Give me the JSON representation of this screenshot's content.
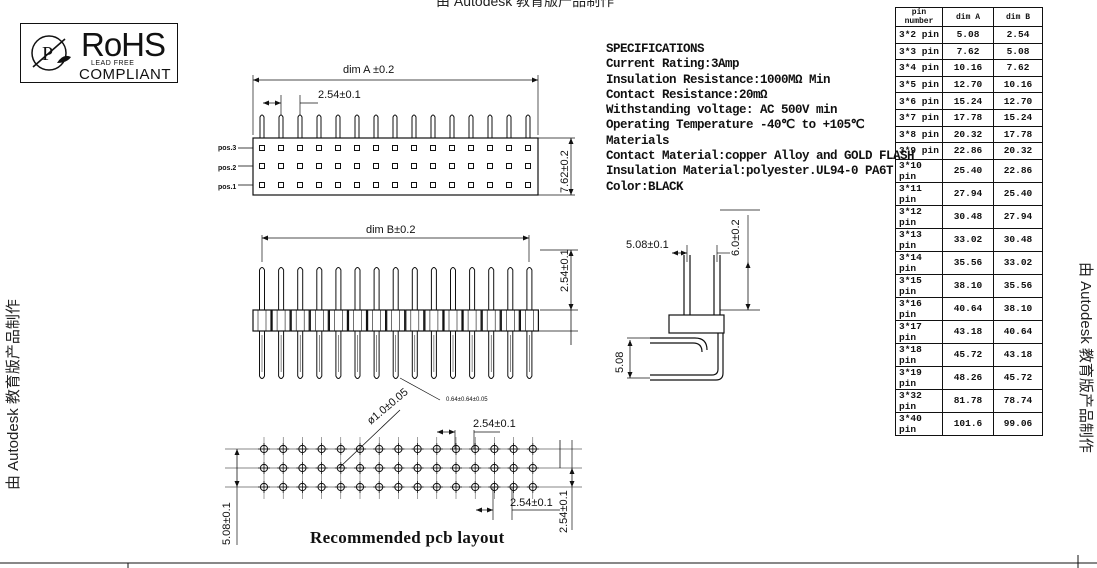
{
  "watermarks": {
    "top": "由 Autodesk 教育版产品制作",
    "left": "由 Autodesk 教育版产品制作",
    "right": "由 Autodesk 教育版产品制作",
    "top_brand": "Autodesk",
    "left_brand": "Autodesk",
    "right_brand": "Autodesk"
  },
  "rohs": {
    "word": "RoHS",
    "lead_free": "LEAD FREE",
    "compliant": "COMPLIANT"
  },
  "specifications": {
    "heading": "SPECIFICATIONS",
    "lines": [
      "Current Rating:3Amp",
      "Insulation Resistance:1000MΩ Min",
      "Contact Resistance:20mΩ",
      "Withstanding voltage: AC 500V min",
      "Operating Temperature -40℃ to +105℃",
      "Materials",
      "Contact Material:copper Alloy and GOLD FLASH",
      "Insulation Material:polyester.UL94-0 PA6T",
      "Color:BLACK"
    ]
  },
  "dimension_table": {
    "headers": [
      "pin number",
      "dim A",
      "dim B"
    ],
    "rows": [
      [
        "3*2 pin",
        "5.08",
        "2.54"
      ],
      [
        "3*3 pin",
        "7.62",
        "5.08"
      ],
      [
        "3*4 pin",
        "10.16",
        "7.62"
      ],
      [
        "3*5 pin",
        "12.70",
        "10.16"
      ],
      [
        "3*6 pin",
        "15.24",
        "12.70"
      ],
      [
        "3*7 pin",
        "17.78",
        "15.24"
      ],
      [
        "3*8 pin",
        "20.32",
        "17.78"
      ],
      [
        "3*9 pin",
        "22.86",
        "20.32"
      ],
      [
        "3*10 pin",
        "25.40",
        "22.86"
      ],
      [
        "3*11 pin",
        "27.94",
        "25.40"
      ],
      [
        "3*12 pin",
        "30.48",
        "27.94"
      ],
      [
        "3*13 pin",
        "33.02",
        "30.48"
      ],
      [
        "3*14 pin",
        "35.56",
        "33.02"
      ],
      [
        "3*15 pin",
        "38.10",
        "35.56"
      ],
      [
        "3*16 pin",
        "40.64",
        "38.10"
      ],
      [
        "3*17 pin",
        "43.18",
        "40.64"
      ],
      [
        "3*18 pin",
        "45.72",
        "43.18"
      ],
      [
        "3*19 pin",
        "48.26",
        "45.72"
      ],
      [
        "3*32 pin",
        "81.78",
        "78.74"
      ],
      [
        "3*40 pin",
        "101.6",
        "99.06"
      ]
    ]
  },
  "top_view": {
    "dim_a": "dim A ±0.2",
    "pitch": "2.54±0.1",
    "height": "7.62±0.2",
    "row_labels": [
      "pos.3",
      "pos.2",
      "pos.1"
    ]
  },
  "side_view": {
    "dim_b": "dim B±0.2",
    "pin_height": "2.54±0.1",
    "pin_size": "0.64±0.64±0.05"
  },
  "right_angle_view": {
    "offset": "5.08±0.1",
    "top_len": "6.0±0.2",
    "bottom_len": "5.08"
  },
  "pcb_layout": {
    "title": "Recommended pcb layout",
    "hole": "ø1.0±0.05",
    "pitch_x": "2.54±0.1",
    "pitch_x2": "2.54±0.1",
    "pitch_y": "2.54±0.1",
    "row_span": "5.08±0.1"
  }
}
